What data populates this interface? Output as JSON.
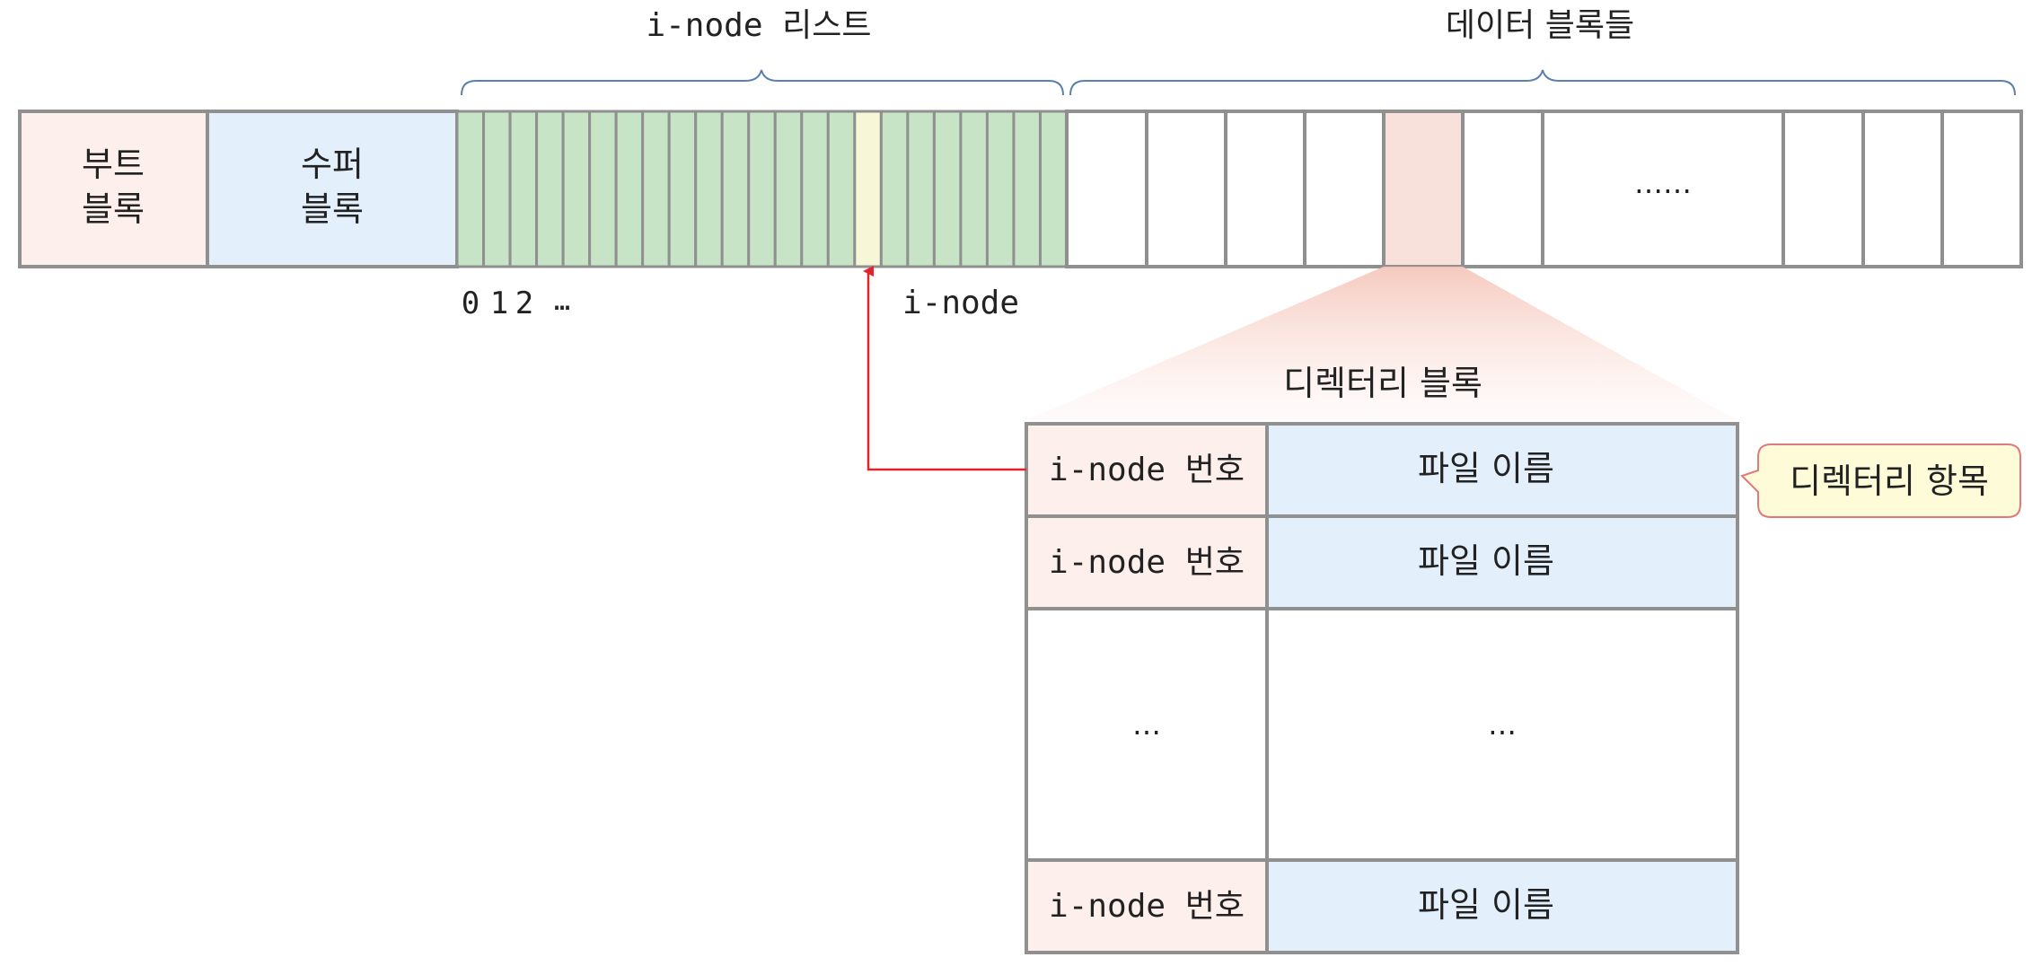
{
  "colors": {
    "boot_fill": "#fdf0ec",
    "super_fill": "#e3f0fb",
    "inode_fill": "#c7e4c7",
    "inode_highlight_fill": "#f7f7d8",
    "data_highlight_fill": "#f7e1da",
    "stroke": "#909090",
    "brace": "#5b7fae",
    "arrow": "#e3232a",
    "callout_fill": "#fdfbd8",
    "callout_stroke": "#e07a7a",
    "text": "#222222"
  },
  "header": {
    "inode_list": "i-node 리스트",
    "data_blocks": "데이터 블록들"
  },
  "disk": {
    "boot_block": [
      "부트",
      "블록"
    ],
    "super_block": [
      "수퍼",
      "블록"
    ],
    "inode_cell_count": 23,
    "inode_highlight_index": 15,
    "data_ellipsis": "……"
  },
  "inode_index_labels": [
    "0",
    "1",
    "2",
    "…"
  ],
  "inode_pointer_label": "i-node",
  "directory_block": {
    "title": "디렉터리 블록",
    "rows": [
      {
        "inode": "i-node 번호",
        "name": "파일 이름"
      },
      {
        "inode": "i-node 번호",
        "name": "파일 이름"
      },
      {
        "inode": "…",
        "name": "…"
      },
      {
        "inode": "i-node 번호",
        "name": "파일 이름"
      }
    ]
  },
  "callout": "디렉터리 항목"
}
